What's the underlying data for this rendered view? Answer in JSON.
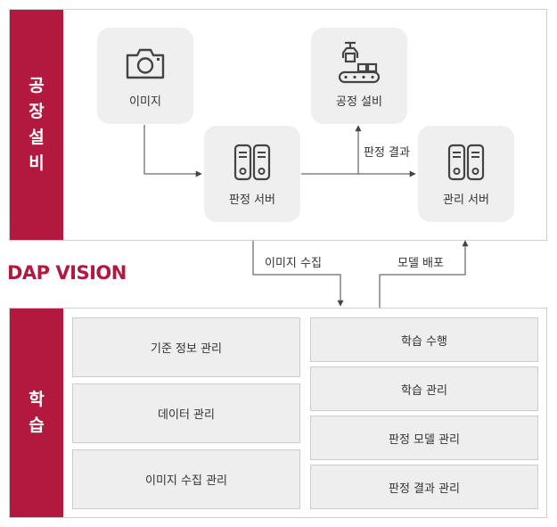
{
  "colors": {
    "accent": "#b3193f",
    "node_bg": "#efefef",
    "box_bg": "#eeeeee",
    "border": "#cfcfcf",
    "line": "#444444"
  },
  "factory": {
    "section_title": "공장설비",
    "nodes": {
      "image": {
        "label": "이미지",
        "icon": "camera-icon"
      },
      "equipment": {
        "label": "공정 설비",
        "icon": "conveyor-robot-icon"
      },
      "judge_server": {
        "label": "판정 서버",
        "icon": "server-icon"
      },
      "mgmt_server": {
        "label": "관리 서버",
        "icon": "server-icon"
      }
    },
    "edges": {
      "judge_result": "판정 결과"
    }
  },
  "connectors": {
    "image_collect": "이미지 수집",
    "model_deploy": "모델 배포"
  },
  "brand": {
    "title": "DAP VISION"
  },
  "learning": {
    "section_title": "학습",
    "left_items": [
      {
        "label": "기준 정보 관리"
      },
      {
        "label": "데이터 관리"
      },
      {
        "label": "이미지 수집 관리"
      }
    ],
    "right_items": [
      {
        "label": "학습 수행"
      },
      {
        "label": "학습 관리"
      },
      {
        "label": "판정 모델 관리"
      },
      {
        "label": "판정 결과 관리"
      }
    ]
  }
}
